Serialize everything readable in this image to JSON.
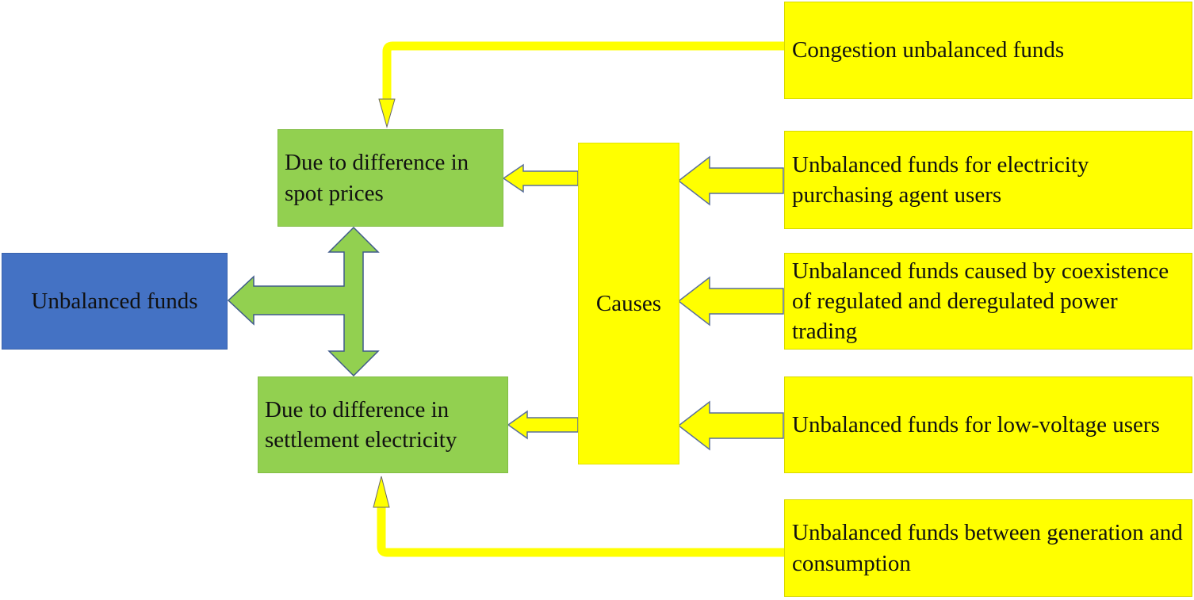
{
  "diagram": {
    "center": {
      "label": "Unbalanced funds"
    },
    "categories": [
      {
        "id": "spot",
        "label": "Due to difference in spot prices"
      },
      {
        "id": "settlement",
        "label": "Due to difference in settlement electricity"
      }
    ],
    "hub": {
      "label": "Causes"
    },
    "sources": [
      {
        "id": "congestion",
        "label": "Congestion unbalanced funds"
      },
      {
        "id": "purchasing-agent",
        "label": "Unbalanced funds for electricity purchasing agent users"
      },
      {
        "id": "coexistence",
        "label": "Unbalanced funds caused by coexistence of regulated and deregulated power trading"
      },
      {
        "id": "low-voltage",
        "label": "Unbalanced funds for low-voltage users"
      },
      {
        "id": "generation-consumption",
        "label": "Unbalanced funds between generation and consumption"
      }
    ],
    "colors": {
      "source_fill": "#ffff00",
      "category_fill": "#92d050",
      "center_fill": "#4472c4",
      "arrow_stroke": "#5a6f9c"
    }
  }
}
